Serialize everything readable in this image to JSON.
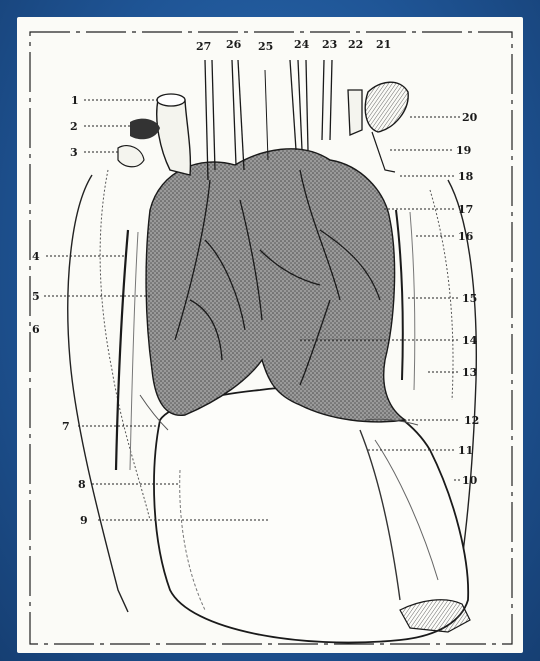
{
  "figure": {
    "labels_left": [
      "1",
      "2",
      "3",
      "4",
      "5",
      "6",
      "7",
      "8",
      "9"
    ],
    "labels_top": [
      "27",
      "26",
      "25",
      "24",
      "23",
      "22",
      "21"
    ],
    "labels_right": [
      "20",
      "19",
      "18",
      "17",
      "16",
      "15",
      "14",
      "13",
      "12",
      "11",
      "10"
    ]
  },
  "colors": {
    "background": "#1f5596",
    "paper": "#fbfbf7",
    "ink": "#1a1a1a",
    "shading": "#8a8a8a"
  }
}
